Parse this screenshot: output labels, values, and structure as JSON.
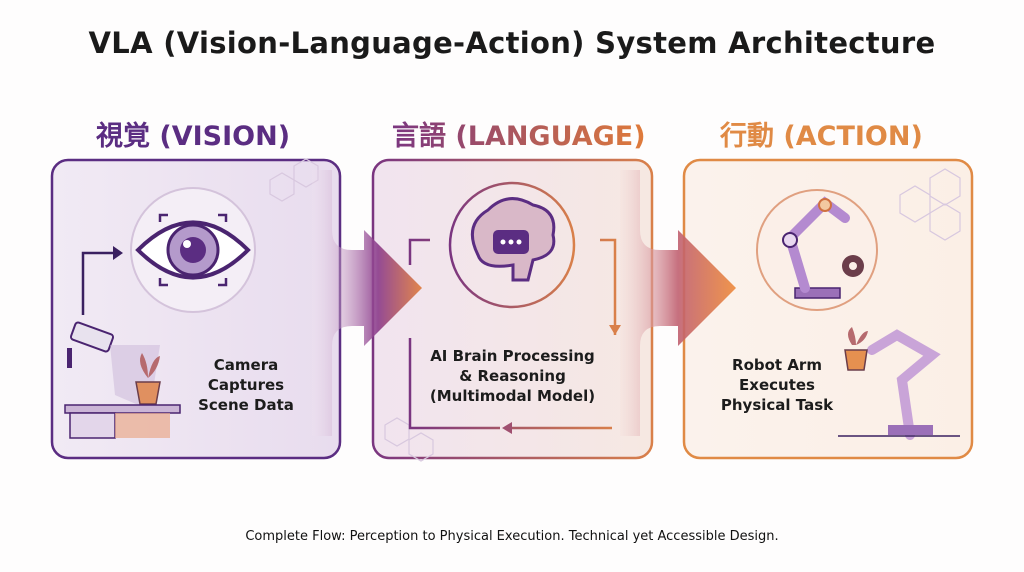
{
  "title": "VLA (Vision-Language-Action) System Architecture",
  "stages": [
    {
      "heading": "視覚 (VISION)",
      "caption": [
        "Camera",
        "Captures",
        "Scene Data"
      ],
      "color": "#5b2d82"
    },
    {
      "heading": "言語 (LANGUAGE)",
      "caption": [
        "AI Brain Processing",
        "& Reasoning",
        "(Multimodal Model)"
      ],
      "color": "#a0447a"
    },
    {
      "heading": "行動 (ACTION)",
      "caption": [
        "Robot Arm",
        "Executes",
        "Physical Task"
      ],
      "color": "#e08a45"
    }
  ],
  "footer": "Complete Flow: Perception to Physical Execution. Technical yet Accessible Design."
}
